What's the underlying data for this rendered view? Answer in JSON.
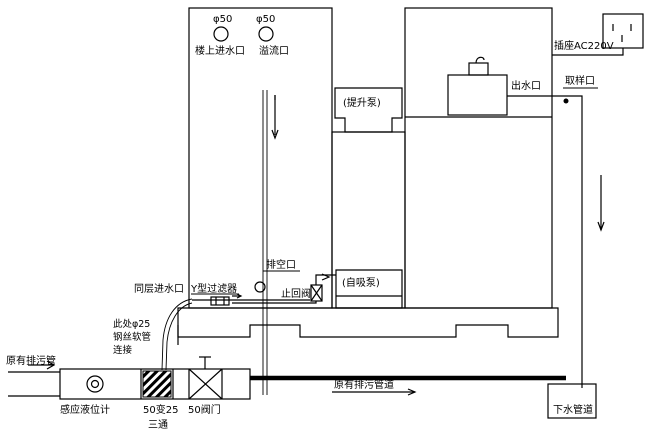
{
  "labels": {
    "phi50_left": "φ50",
    "phi50_right": "φ50",
    "upstairs_inlet": "楼上进水口",
    "overflow": "溢流口",
    "lift_pump": "(提升泵)",
    "outlet": "出水口",
    "socket": "插座AC220V",
    "sampling": "取样口",
    "vent": "排空口",
    "same_floor_inlet": "同层进水口",
    "y_filter": "Y型过滤器",
    "check_valve": "止回阀",
    "self_priming_pump": "(自吸泵)",
    "hose_line1": "此处φ25",
    "hose_line2": "钢丝软管",
    "hose_line3": "连接",
    "existing_sewer_pipe": "原有排污管",
    "existing_sewer_duct": "原有排污管道",
    "level_meter": "感应液位计",
    "reducer_line1": "50变25",
    "reducer_line2": "三通",
    "valve50": "50阀门",
    "downpipe": "下水管道"
  }
}
